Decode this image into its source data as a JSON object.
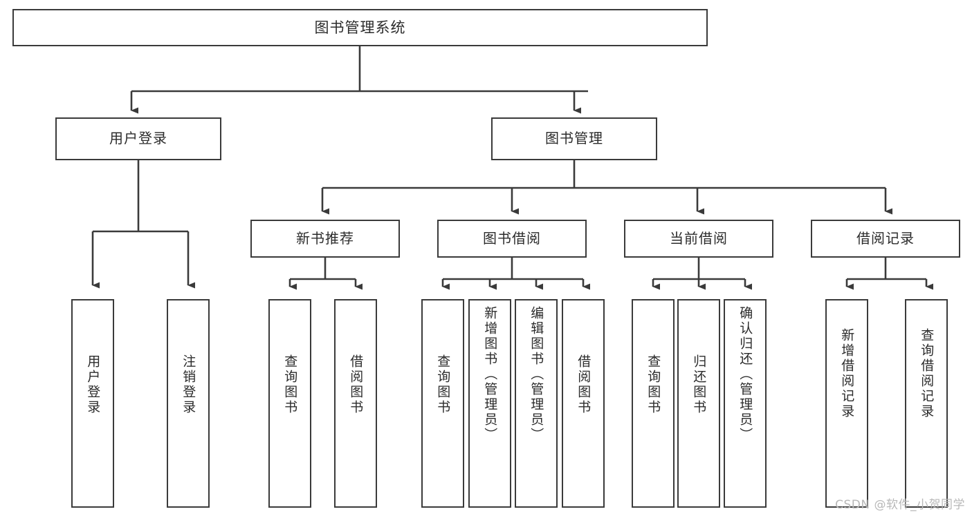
{
  "diagram": {
    "title": "图书管理系统",
    "type": "tree",
    "orientation": "top-down",
    "colors": {
      "box_border": "#3a3a3a",
      "box_fill": "#ffffff",
      "edge": "#3a3a3a",
      "text": "#2b2b2b",
      "watermark": "#b8b8b8",
      "background": "#ffffff"
    },
    "root": {
      "label": "图书管理系统"
    },
    "level2": [
      {
        "id": "user-login",
        "label": "用户登录"
      },
      {
        "id": "book-manage",
        "label": "图书管理"
      }
    ],
    "level3": [
      {
        "id": "new-book-rec",
        "label": "新书推荐"
      },
      {
        "id": "book-borrow",
        "label": "图书借阅"
      },
      {
        "id": "current-borrow",
        "label": "当前借阅"
      },
      {
        "id": "borrow-record",
        "label": "借阅记录"
      }
    ],
    "leaves": {
      "user-login": [
        {
          "id": "leaf-user-login",
          "label": "用户登录"
        },
        {
          "id": "leaf-logout",
          "label": "注销登录"
        }
      ],
      "new-book-rec": [
        {
          "id": "leaf-query-book-1",
          "label": "查询图书"
        },
        {
          "id": "leaf-borrow-book-1",
          "label": "借阅图书"
        }
      ],
      "book-borrow": [
        {
          "id": "leaf-query-book-2",
          "label": "查询图书"
        },
        {
          "id": "leaf-add-book",
          "label": "新增图书（管理员）"
        },
        {
          "id": "leaf-edit-book",
          "label": "编辑图书（管理员）"
        },
        {
          "id": "leaf-borrow-book-2",
          "label": "借阅图书"
        }
      ],
      "current-borrow": [
        {
          "id": "leaf-query-book-3",
          "label": "查询图书"
        },
        {
          "id": "leaf-return-book",
          "label": "归还图书"
        },
        {
          "id": "leaf-confirm-return",
          "label": "确认归还（管理员）"
        }
      ],
      "borrow-record": [
        {
          "id": "leaf-add-record",
          "label": "新增借阅记录"
        },
        {
          "id": "leaf-query-record",
          "label": "查询借阅记录"
        }
      ]
    },
    "watermark": "CSDN @软件_小贺同学"
  }
}
